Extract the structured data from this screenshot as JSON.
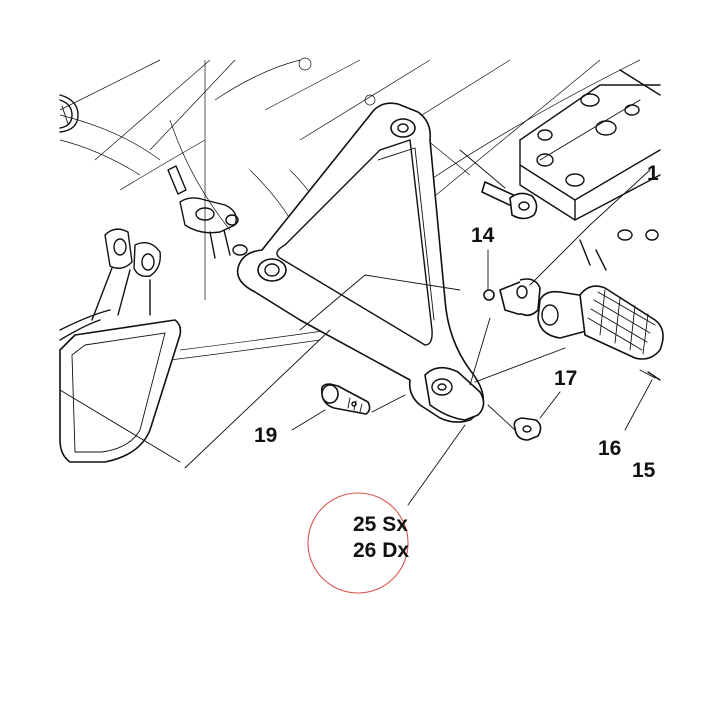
{
  "labels": {
    "part_1": "1",
    "part_14": "14",
    "part_15": "15",
    "part_16": "16",
    "part_17": "17",
    "part_19": "19",
    "part_25": "25 Sx",
    "part_26": "26 Dx"
  },
  "colors": {
    "line": "#111111",
    "highlight_ring": "#d9534f",
    "background": "#ffffff"
  }
}
